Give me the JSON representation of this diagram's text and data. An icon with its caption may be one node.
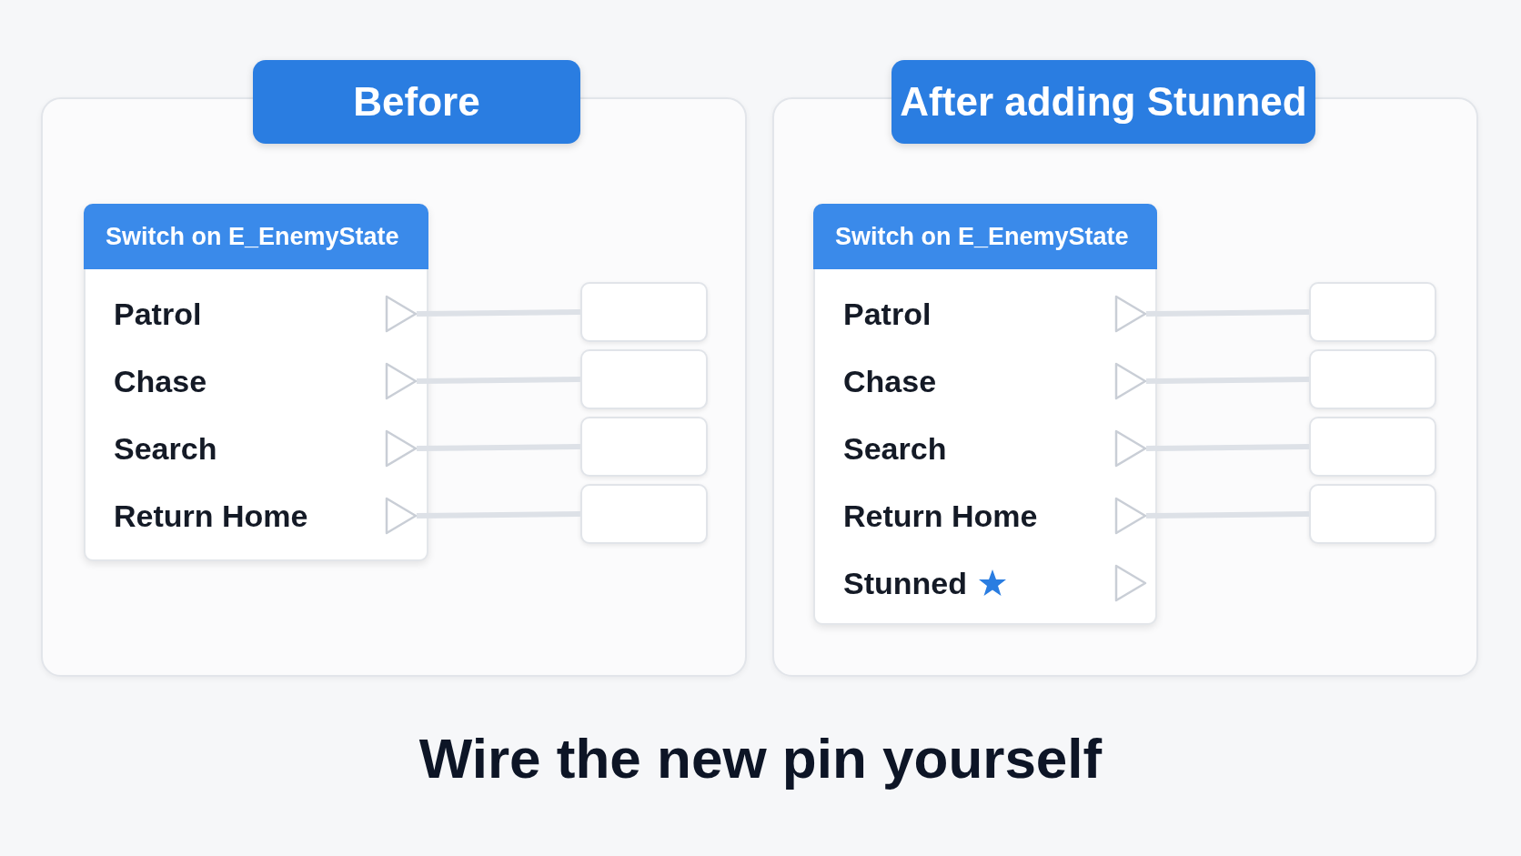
{
  "diagram": {
    "caption": "Wire the new pin yourself",
    "nodes": [
      {
        "text": [
          "Before"
        ]
      },
      {
        "text": [
          "Switch on E_EnemyState"
        ],
        "in": 0
      },
      {
        "text": [],
        "shape": "triangle",
        "in": 1
      },
      {
        "text": [],
        "shape": "triangle",
        "in": 1
      },
      {
        "text": [],
        "shape": "triangle",
        "in": 1
      },
      {
        "text": [],
        "shape": "triangle",
        "in": 1
      },
      {
        "text": [],
        "shape": "box",
        "in": 0
      },
      {
        "text": [],
        "shape": "box",
        "in": 0
      },
      {
        "text": [],
        "shape": "box",
        "in": 0
      },
      {
        "text": [],
        "shape": "box",
        "in": 0
      },
      {
        "text": [
          "After adding Stunned"
        ]
      },
      {
        "text": [
          "Switch on E_EnemyState"
        ],
        "in": 10
      },
      {
        "text": [],
        "shape": "triangle",
        "in": 11
      },
      {
        "text": [],
        "shape": "triangle",
        "in": 11
      },
      {
        "text": [],
        "shape": "triangle",
        "in": 11
      },
      {
        "text": [],
        "shape": "triangle",
        "in": 11
      },
      {
        "text": [],
        "shape": "triangle",
        "in": 11
      },
      {
        "text": [],
        "shape": "box",
        "in": 10
      },
      {
        "text": [],
        "shape": "box",
        "in": 10
      },
      {
        "text": [],
        "shape": "box",
        "in": 10
      },
      {
        "text": [],
        "shape": "box",
        "in": 10
      }
    ],
    "edges": [
      {
        "from": 2,
        "to": 6,
        "arrow": "none"
      },
      {
        "from": 3,
        "to": 7,
        "arrow": "none"
      },
      {
        "from": 4,
        "to": 8,
        "arrow": "none"
      },
      {
        "from": 5,
        "to": 9,
        "arrow": "none"
      },
      {
        "from": 12,
        "to": 17,
        "arrow": "none"
      },
      {
        "from": 13,
        "to": 18,
        "arrow": "none"
      },
      {
        "from": 14,
        "to": 19,
        "arrow": "none"
      },
      {
        "from": 15,
        "to": 20,
        "arrow": "none"
      }
    ],
    "labels": [
      "Patrol",
      "Chase",
      "Search",
      "Return Home",
      "Patrol",
      "Chase",
      "Search",
      "Return Home",
      "Stunned"
    ]
  }
}
